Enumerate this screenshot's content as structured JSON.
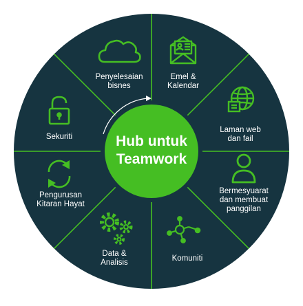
{
  "colors": {
    "background": "#163440",
    "accent": "#45be23",
    "divider": "#45be23",
    "text": "#ffffff",
    "page": "#ffffff"
  },
  "center": {
    "line1": "Hub untuk",
    "line2": "Teamwork"
  },
  "segments": [
    {
      "icon": "cloud-icon",
      "lines": [
        "Penyelesaian",
        "bisnes"
      ]
    },
    {
      "icon": "mail-calendar-icon",
      "lines": [
        "Emel &",
        "Kalendar"
      ]
    },
    {
      "icon": "web-files-icon",
      "lines": [
        "Laman web",
        "dan fail"
      ]
    },
    {
      "icon": "person-call-icon",
      "lines": [
        "Bermesyuarat",
        "dan membuat",
        "panggilan"
      ]
    },
    {
      "icon": "network-icon",
      "lines": [
        "Komuniti"
      ]
    },
    {
      "icon": "gears-icon",
      "lines": [
        "Data &",
        "Analisis"
      ]
    },
    {
      "icon": "cycle-icon",
      "lines": [
        "Pengurusan",
        "Kitaran Hayat"
      ]
    },
    {
      "icon": "lock-icon",
      "lines": [
        "Sekuriti"
      ]
    }
  ]
}
